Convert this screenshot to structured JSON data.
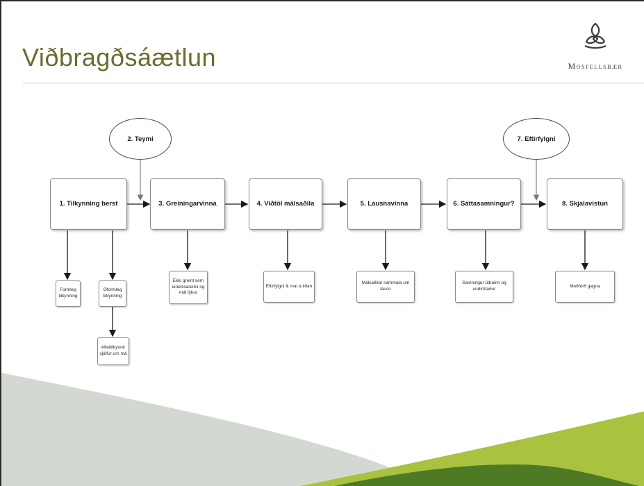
{
  "slide": {
    "title": "Viðbragðsáætlun",
    "logo_text": "Mosfellsbær"
  },
  "steps": {
    "s1": "1. Tilkynning berst",
    "s3": "3. Greiningarvinna",
    "s4": "4. Viðtöl málsaðila",
    "s5": "5. Lausnavinna",
    "s6": "6. Sáttasamningur?",
    "s8": "8. Skjalavistun"
  },
  "ovals": {
    "o2": "2. Teymi",
    "o7": "7. Eftirfylgni"
  },
  "notes": {
    "formleg": "Formleg tilkynning",
    "oformleg": "Óformleg tilkynning",
    "afleitilkynnir": "Afleitilkynnir sjálfur um má",
    "ekki_greint": "Ekki greint sem eineltisáreitni og mál lýkur",
    "eftirfylgni_mat": "Eftirfylgni & mat á liðan",
    "malsadilar": "Málsaðilar sammála um lausn",
    "samningur": "Samningur útbúinn og undirritaður",
    "medferd": "Meðferð gagna"
  },
  "colors": {
    "title": "#6b6b2e",
    "box_border": "#8a8a8a",
    "swoosh_grey": "#d4d8d2",
    "swoosh_light_green": "#a9c23f",
    "swoosh_dark_green": "#4f7a25"
  }
}
